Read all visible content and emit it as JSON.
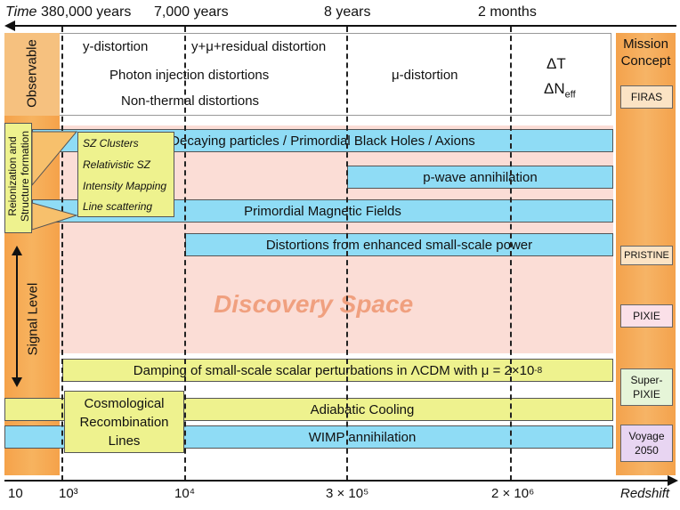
{
  "time_axis": {
    "label": "Time",
    "ticks": [
      "380,000 years",
      "7,000 years",
      "8 years",
      "2 months"
    ]
  },
  "observable": {
    "label": "Observable",
    "items": [
      "y-distortion",
      "y+μ+residual distortion",
      "Photon injection distortions",
      "μ-distortion",
      "Non-thermal distortions",
      "ΔT",
      "ΔN",
      "eff"
    ]
  },
  "left_labels": {
    "reionization": [
      "Reionization and",
      "Structure formation"
    ],
    "signal_level": "Signal Level"
  },
  "sz_callout": [
    "SZ Clusters",
    "Relativistic SZ",
    "Intensity Mapping",
    "Line scattering"
  ],
  "bars": [
    "Decaying particles / Primordial Black Holes / Axions",
    "p-wave annihilation",
    "Primordial Magnetic Fields",
    "Distortions from enhanced small-scale power",
    "Damping of small-scale scalar perturbations in ΛCDM with μ = 2×10",
    "-8",
    "Adiabatic Cooling",
    "WIMP annihilation"
  ],
  "recombination_lines": [
    "Cosmological",
    "Recombination",
    "Lines"
  ],
  "discovery_space": "Discovery Space",
  "mission": {
    "title": [
      "Mission",
      "Concept"
    ],
    "items": [
      "FIRAS",
      "PRISTINE",
      "PIXIE",
      "Super-PIXIE",
      "Voyage 2050"
    ]
  },
  "redshift_axis": {
    "label": "Redshift",
    "ticks": [
      "10",
      "10³",
      "10⁴",
      "3 × 10⁵",
      "2 × 10⁶"
    ]
  },
  "colors": {
    "blue_bar": "#8fdcf5",
    "yellow_bar": "#eef28e",
    "orange": "#f5a24a",
    "discovery_bg": "#fbddd6"
  }
}
